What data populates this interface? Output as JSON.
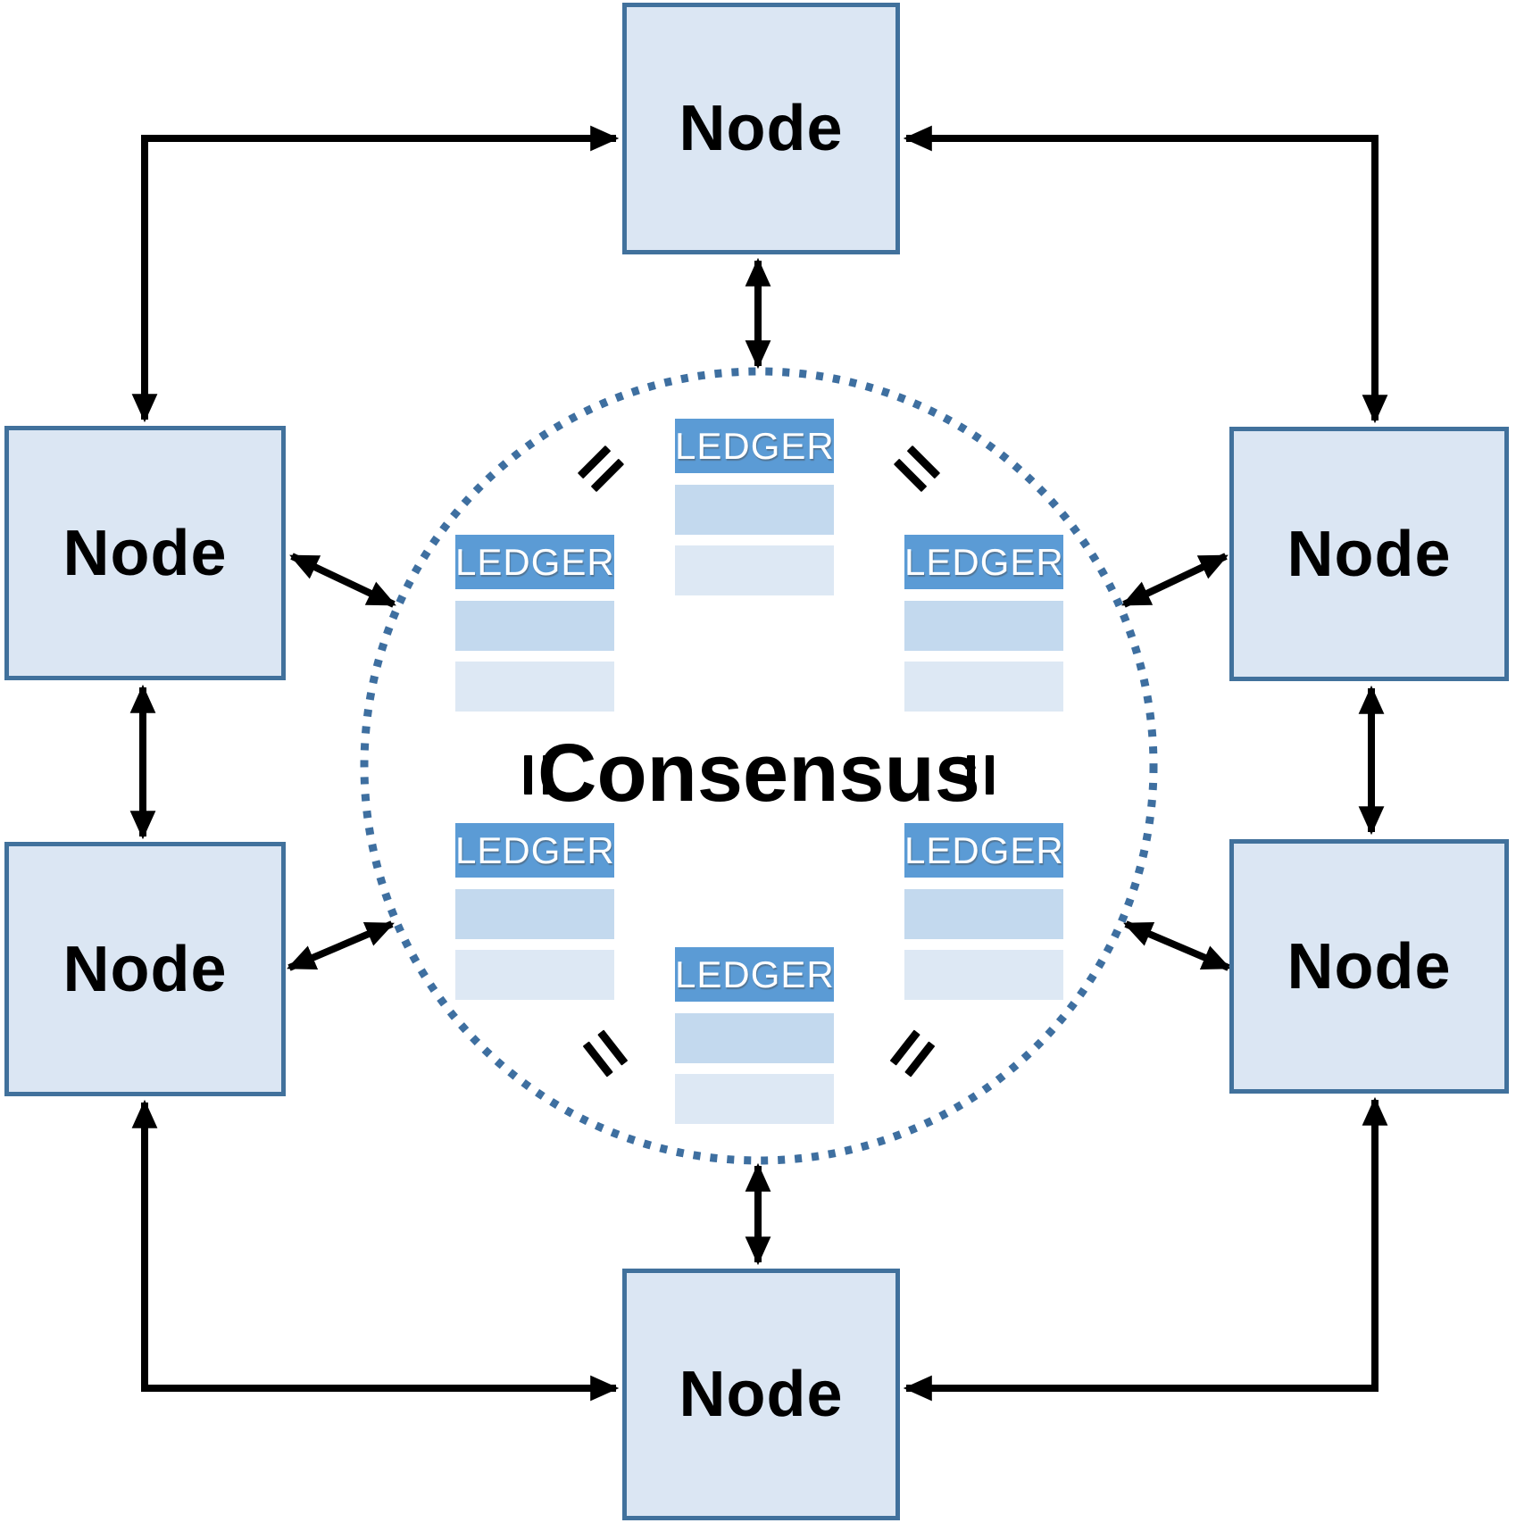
{
  "diagram": {
    "consensus_label": "Consensus",
    "nodes": [
      {
        "id": "top",
        "label": "Node"
      },
      {
        "id": "upper-left",
        "label": "Node"
      },
      {
        "id": "upper-right",
        "label": "Node"
      },
      {
        "id": "lower-left",
        "label": "Node"
      },
      {
        "id": "lower-right",
        "label": "Node"
      },
      {
        "id": "bottom",
        "label": "Node"
      }
    ],
    "ledgers": [
      {
        "id": "top",
        "label": "LEDGER"
      },
      {
        "id": "upper-left",
        "label": "LEDGER"
      },
      {
        "id": "upper-right",
        "label": "LEDGER"
      },
      {
        "id": "lower-left",
        "label": "LEDGER"
      },
      {
        "id": "lower-right",
        "label": "LEDGER"
      },
      {
        "id": "bottom",
        "label": "LEDGER"
      }
    ],
    "icons": {
      "equals": "=",
      "arrow_style": "double-headed"
    },
    "colors": {
      "node_fill": "#dbe6f3",
      "node_border": "#41719c",
      "ledger_header": "#5b9bd5",
      "ledger_row_mid": "#c3d9ee",
      "ledger_row_light": "#dde8f4",
      "circle_dot": "#3e6fa0",
      "arrow": "#000000",
      "text": "#000000",
      "ledger_text": "#ffffff",
      "bg": "#ffffff"
    }
  }
}
